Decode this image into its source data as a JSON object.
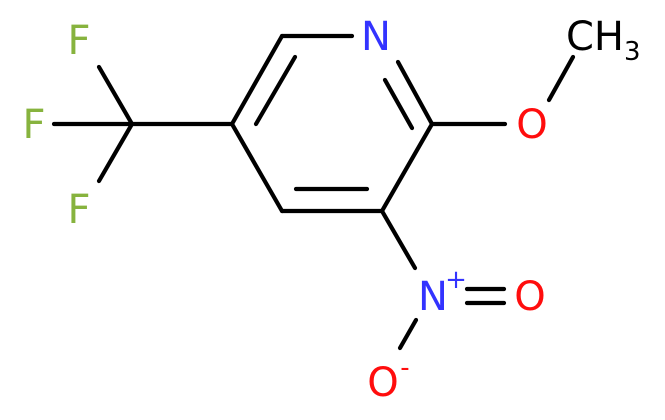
{
  "molecule": {
    "atoms": {
      "n_ring": {
        "symbol": "N",
        "color": "#3333ff"
      },
      "o_methoxy": {
        "symbol": "O",
        "color": "#ff0d0d"
      },
      "ch3": {
        "symbol": "CH",
        "subscript": "3",
        "color": "#000000"
      },
      "n_nitro": {
        "symbol": "N",
        "charge": "+",
        "color": "#3333ff"
      },
      "o_nitro_double": {
        "symbol": "O",
        "color": "#ff0d0d"
      },
      "o_nitro_minus": {
        "symbol": "O",
        "charge": "-",
        "color": "#ff0d0d"
      },
      "f_top": {
        "symbol": "F",
        "color": "#87b33e"
      },
      "f_middle": {
        "symbol": "F",
        "color": "#87b33e"
      },
      "f_bottom": {
        "symbol": "F",
        "color": "#87b33e"
      }
    },
    "colors": {
      "bond": "#000000",
      "nitrogen": "#3333ff",
      "oxygen": "#ff0d0d",
      "fluorine": "#87b33e"
    }
  }
}
